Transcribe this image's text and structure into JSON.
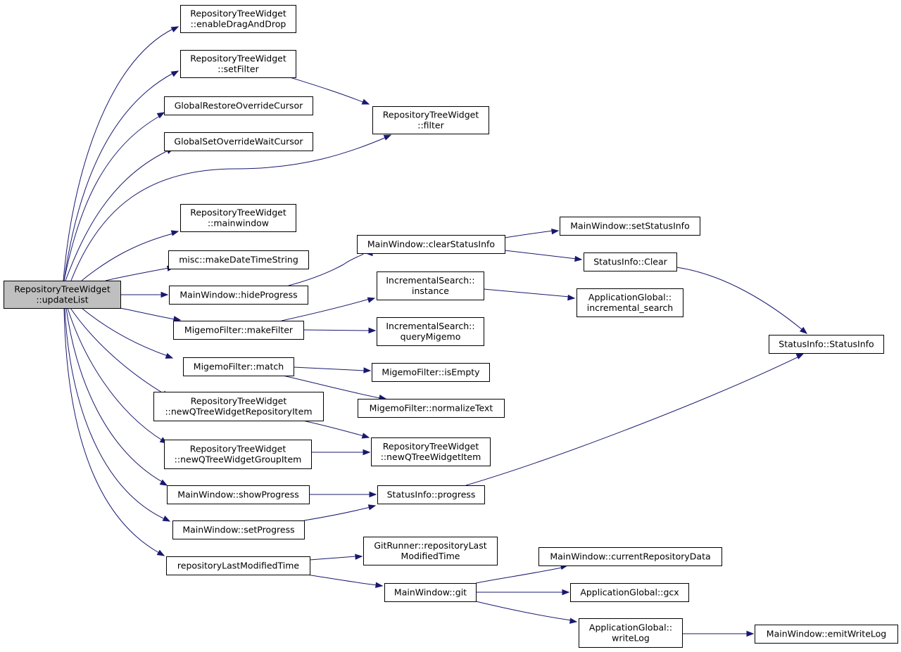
{
  "nodes": [
    {
      "id": "updateList",
      "lines": [
        "RepositoryTreeWidget",
        "::updateList"
      ],
      "root": true
    },
    {
      "id": "enableDragAndDrop",
      "lines": [
        "RepositoryTreeWidget",
        "::enableDragAndDrop"
      ]
    },
    {
      "id": "setFilter",
      "lines": [
        "RepositoryTreeWidget",
        "::setFilter"
      ]
    },
    {
      "id": "globalRestore",
      "lines": [
        "GlobalRestoreOverrideCursor"
      ]
    },
    {
      "id": "globalSetWait",
      "lines": [
        "GlobalSetOverrideWaitCursor"
      ]
    },
    {
      "id": "filter",
      "lines": [
        "RepositoryTreeWidget",
        "::filter"
      ]
    },
    {
      "id": "mainwindow",
      "lines": [
        "RepositoryTreeWidget",
        "::mainwindow"
      ]
    },
    {
      "id": "makeDateTimeString",
      "lines": [
        "misc::makeDateTimeString"
      ]
    },
    {
      "id": "hideProgress",
      "lines": [
        "MainWindow::hideProgress"
      ]
    },
    {
      "id": "makeFilter",
      "lines": [
        "MigemoFilter::makeFilter"
      ]
    },
    {
      "id": "match",
      "lines": [
        "MigemoFilter::match"
      ]
    },
    {
      "id": "newRepoItem",
      "lines": [
        "RepositoryTreeWidget",
        "::newQTreeWidgetRepositoryItem"
      ]
    },
    {
      "id": "newGroupItem",
      "lines": [
        "RepositoryTreeWidget",
        "::newQTreeWidgetGroupItem"
      ]
    },
    {
      "id": "showProgress",
      "lines": [
        "MainWindow::showProgress"
      ]
    },
    {
      "id": "setProgress",
      "lines": [
        "MainWindow::setProgress"
      ]
    },
    {
      "id": "repoLastModified",
      "lines": [
        "repositoryLastModifiedTime"
      ]
    },
    {
      "id": "clearStatusInfo",
      "lines": [
        "MainWindow::clearStatusInfo"
      ]
    },
    {
      "id": "incSearchInstance",
      "lines": [
        "IncrementalSearch::",
        "instance"
      ]
    },
    {
      "id": "queryMigemo",
      "lines": [
        "IncrementalSearch::",
        "queryMigemo"
      ]
    },
    {
      "id": "isEmpty",
      "lines": [
        "MigemoFilter::isEmpty"
      ]
    },
    {
      "id": "normalizeText",
      "lines": [
        "MigemoFilter::normalizeText"
      ]
    },
    {
      "id": "newTreeItem",
      "lines": [
        "RepositoryTreeWidget",
        "::newQTreeWidgetItem"
      ]
    },
    {
      "id": "progress",
      "lines": [
        "StatusInfo::progress"
      ]
    },
    {
      "id": "gitRunnerLastMod",
      "lines": [
        "GitRunner::repositoryLast",
        "ModifiedTime"
      ]
    },
    {
      "id": "git",
      "lines": [
        "MainWindow::git"
      ]
    },
    {
      "id": "setStatusInfo",
      "lines": [
        "MainWindow::setStatusInfo"
      ]
    },
    {
      "id": "statusClear",
      "lines": [
        "StatusInfo::Clear"
      ]
    },
    {
      "id": "incrementalSearch",
      "lines": [
        "ApplicationGlobal::",
        "incremental_search"
      ]
    },
    {
      "id": "statusInfoCtor",
      "lines": [
        "StatusInfo::StatusInfo"
      ]
    },
    {
      "id": "currentRepoData",
      "lines": [
        "MainWindow::currentRepositoryData"
      ]
    },
    {
      "id": "gcx",
      "lines": [
        "ApplicationGlobal::gcx"
      ]
    },
    {
      "id": "writeLog",
      "lines": [
        "ApplicationGlobal::",
        "writeLog"
      ]
    },
    {
      "id": "emitWriteLog",
      "lines": [
        "MainWindow::emitWriteLog"
      ]
    }
  ],
  "edges": [
    [
      "updateList",
      "enableDragAndDrop"
    ],
    [
      "updateList",
      "setFilter"
    ],
    [
      "updateList",
      "globalRestore"
    ],
    [
      "updateList",
      "globalSetWait"
    ],
    [
      "updateList",
      "filter"
    ],
    [
      "updateList",
      "mainwindow"
    ],
    [
      "updateList",
      "makeDateTimeString"
    ],
    [
      "updateList",
      "hideProgress"
    ],
    [
      "updateList",
      "makeFilter"
    ],
    [
      "updateList",
      "match"
    ],
    [
      "updateList",
      "newRepoItem"
    ],
    [
      "updateList",
      "newGroupItem"
    ],
    [
      "updateList",
      "showProgress"
    ],
    [
      "updateList",
      "setProgress"
    ],
    [
      "updateList",
      "repoLastModified"
    ],
    [
      "setFilter",
      "filter"
    ],
    [
      "hideProgress",
      "clearStatusInfo"
    ],
    [
      "makeFilter",
      "incSearchInstance"
    ],
    [
      "makeFilter",
      "queryMigemo"
    ],
    [
      "match",
      "isEmpty"
    ],
    [
      "match",
      "normalizeText"
    ],
    [
      "newRepoItem",
      "newTreeItem"
    ],
    [
      "newGroupItem",
      "newTreeItem"
    ],
    [
      "showProgress",
      "progress"
    ],
    [
      "setProgress",
      "progress"
    ],
    [
      "repoLastModified",
      "gitRunnerLastMod"
    ],
    [
      "repoLastModified",
      "git"
    ],
    [
      "clearStatusInfo",
      "setStatusInfo"
    ],
    [
      "clearStatusInfo",
      "statusClear"
    ],
    [
      "incSearchInstance",
      "incrementalSearch"
    ],
    [
      "statusClear",
      "statusInfoCtor"
    ],
    [
      "progress",
      "statusInfoCtor"
    ],
    [
      "git",
      "currentRepoData"
    ],
    [
      "git",
      "gcx"
    ],
    [
      "git",
      "writeLog"
    ],
    [
      "writeLog",
      "emitWriteLog"
    ]
  ],
  "colors": {
    "edge": "#191970",
    "root_fill": "#bfbfbf",
    "node_fill": "#ffffff",
    "node_stroke": "#000000"
  }
}
